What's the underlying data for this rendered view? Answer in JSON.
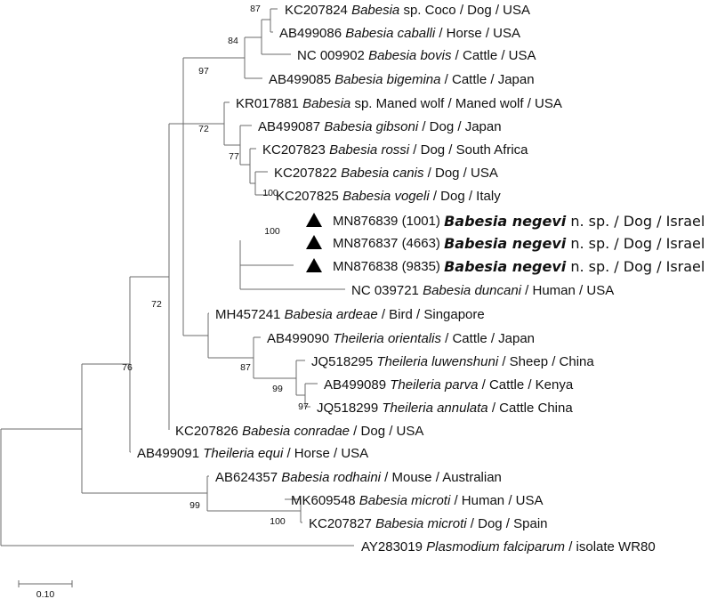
{
  "tree": {
    "taxa": [
      {
        "acc": "KC207824",
        "genus": "Babesia",
        "species": "sp. Coco",
        "species_italic": false,
        "host": "Dog / USA"
      },
      {
        "acc": "AB499086",
        "genus": "Babesia",
        "species": "caballi",
        "species_italic": true,
        "host": "Horse / USA"
      },
      {
        "acc": "NC 009902",
        "genus": "Babesia",
        "species": "bovis",
        "species_italic": true,
        "host": "Cattle / USA"
      },
      {
        "acc": "AB499085",
        "genus": "Babesia",
        "species": "bigemina",
        "species_italic": true,
        "host": "Cattle / Japan"
      },
      {
        "acc": "KR017881",
        "genus": "Babesia",
        "species": "sp. Maned wolf",
        "species_italic": false,
        "host": "Maned wolf / USA"
      },
      {
        "acc": "AB499087",
        "genus": "Babesia",
        "species": "gibsoni",
        "species_italic": true,
        "host": "Dog / Japan"
      },
      {
        "acc": "KC207823",
        "genus": "Babesia",
        "species": "rossi",
        "species_italic": true,
        "host": "Dog / South Africa"
      },
      {
        "acc": "KC207822",
        "genus": "Babesia",
        "species": "canis",
        "species_italic": true,
        "host": "Dog / USA"
      },
      {
        "acc": "KC207825",
        "genus": "Babesia",
        "species": "vogeli",
        "species_italic": true,
        "host": "Dog / Italy"
      },
      {
        "acc": "MN876839",
        "isolate": "(1001)",
        "genus": "Babesia negevi",
        "species": "n. sp.",
        "species_italic": false,
        "host": "Dog / Israel",
        "marker": "triangle",
        "emphasis": true
      },
      {
        "acc": "MN876837",
        "isolate": "(4663)",
        "genus": "Babesia negevi",
        "species": "n. sp.",
        "species_italic": false,
        "host": "Dog / Israel",
        "marker": "triangle",
        "emphasis": true
      },
      {
        "acc": "MN876838",
        "isolate": "(9835)",
        "genus": "Babesia negevi",
        "species": "n. sp.",
        "species_italic": false,
        "host": "Dog / Israel",
        "marker": "triangle",
        "emphasis": true
      },
      {
        "acc": "NC 039721",
        "genus": "Babesia",
        "species": "duncani",
        "species_italic": true,
        "host": "Human / USA"
      },
      {
        "acc": "MH457241",
        "genus": "Babesia",
        "species": "ardeae",
        "species_italic": true,
        "host": "Bird / Singapore"
      },
      {
        "acc": "AB499090",
        "genus": "Theileria",
        "species": "orientalis",
        "species_italic": true,
        "host": "Cattle / Japan"
      },
      {
        "acc": "JQ518295",
        "genus": "Theileria",
        "species": "luwenshuni",
        "species_italic": true,
        "host": "Sheep / China"
      },
      {
        "acc": "AB499089",
        "genus": "Theileria",
        "species": "parva",
        "species_italic": true,
        "host": "Cattle / Kenya"
      },
      {
        "acc": "JQ518299",
        "genus": "Theileria",
        "species": "annulata",
        "species_italic": true,
        "host": "Cattle China"
      },
      {
        "acc": "KC207826",
        "genus": "Babesia",
        "species": "conradae",
        "species_italic": true,
        "host": "Dog / USA"
      },
      {
        "acc": "AB499091",
        "genus": "Theileria",
        "species": "equi",
        "species_italic": true,
        "host": "Horse / USA"
      },
      {
        "acc": "AB624357",
        "genus": "Babesia",
        "species": "rodhaini",
        "species_italic": true,
        "host": "Mouse / Australian"
      },
      {
        "acc": "MK609548",
        "genus": "Babesia",
        "species": "microti",
        "species_italic": true,
        "host": "Human / USA"
      },
      {
        "acc": "KC207827",
        "genus": "Babesia",
        "species": "microti",
        "species_italic": true,
        "host": "Dog / Spain"
      },
      {
        "acc": "AY283019",
        "genus": "Plasmodium",
        "species": "falciparum",
        "species_italic": true,
        "host": "isolate WR80"
      }
    ],
    "bootstrap": [
      "87",
      "84",
      "97",
      "72",
      "77",
      "100",
      "100",
      "72",
      "87",
      "99",
      "97",
      "76",
      "99",
      "100"
    ],
    "scale_bar": {
      "label": "0.10",
      "length": 0.1
    }
  }
}
